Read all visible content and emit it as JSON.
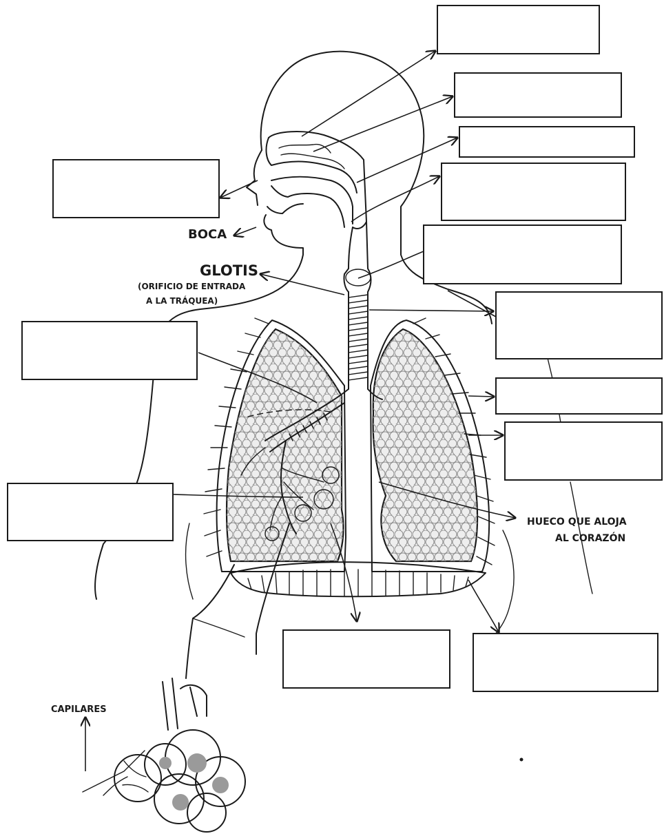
{
  "labels": {
    "boca": "BOCA",
    "glotis_title": "GLOTIS",
    "glotis_line1": "(ORIFICIO DE ENTRADA",
    "glotis_line2": "A LA TRÁQUEA)",
    "hueco_line1": "HUECO  QUE ALOJA",
    "hueco_line2": "AL CORAZÓN",
    "capilares": "CAPILARES"
  },
  "answer_boxes": [
    {
      "id": "box-1",
      "text": ""
    },
    {
      "id": "box-2",
      "text": ""
    },
    {
      "id": "box-3",
      "text": ""
    },
    {
      "id": "box-4",
      "text": ""
    },
    {
      "id": "box-5",
      "text": ""
    },
    {
      "id": "box-6",
      "text": ""
    },
    {
      "id": "box-7",
      "text": ""
    },
    {
      "id": "box-8",
      "text": ""
    },
    {
      "id": "box-9",
      "text": ""
    },
    {
      "id": "box-10",
      "text": ""
    },
    {
      "id": "box-11",
      "text": ""
    },
    {
      "id": "box-12",
      "text": ""
    },
    {
      "id": "box-13",
      "text": ""
    }
  ]
}
